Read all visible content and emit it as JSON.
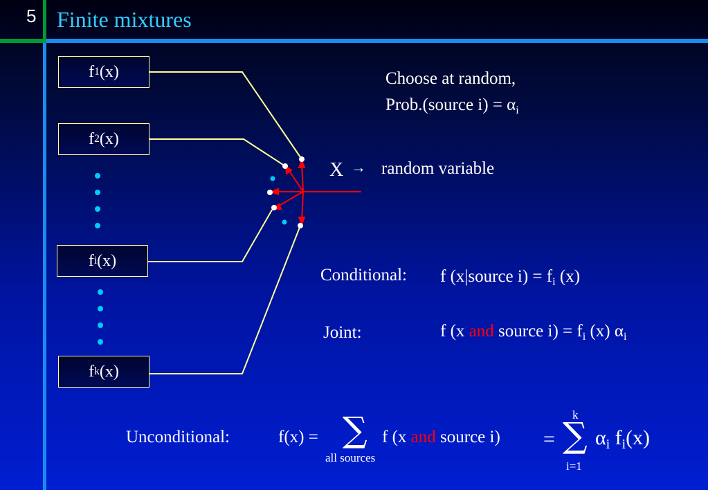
{
  "slide": {
    "number": "5",
    "title": "Finite mixtures"
  },
  "sources": {
    "f1": {
      "base": "f",
      "sub": "1",
      "arg": "(x)"
    },
    "f2": {
      "base": "f",
      "sub": "2",
      "arg": "(x)"
    },
    "fi": {
      "base": "f",
      "sub": "i",
      "arg": "(x)"
    },
    "fk": {
      "base": "f",
      "sub": "k",
      "arg": "(x)"
    }
  },
  "choose": {
    "line1": "Choose at random,",
    "line2_prefix": "Prob.(source i) = ",
    "alpha": "α",
    "alpha_sub": "i"
  },
  "random_variable": {
    "symbol": "X",
    "arrow": "→",
    "label": "random variable"
  },
  "conditional": {
    "label": "Conditional:",
    "expr_prefix": "f (x|source i) = f",
    "expr_sub": "i",
    "expr_suffix": " (x)"
  },
  "joint": {
    "label": "Joint:",
    "expr_prefix": "f (x ",
    "and_word": "and",
    "expr_mid": " source i) = f",
    "f_sub": "i",
    "expr_mid2": " (x) ",
    "alpha": "α",
    "alpha_sub": "i"
  },
  "unconditional": {
    "label": "Unconditional:",
    "lhs": "f(x) =",
    "sigma": "∑",
    "sigma_below": "all sources",
    "term_prefix": "f (x ",
    "and_word": "and",
    "term_suffix": " source i)",
    "eq": "=",
    "sigma2_above": "k",
    "sigma2_below": "i=1",
    "alpha": "α",
    "alpha_sub": "i",
    "f": "f",
    "f_sub": "i",
    "f_arg": "(x)"
  },
  "colors": {
    "title": "#33ccff",
    "dots": "#00ccff",
    "wire": "#ffff99",
    "selector_arrows": "#ff0000",
    "and_word": "#ff0000"
  }
}
